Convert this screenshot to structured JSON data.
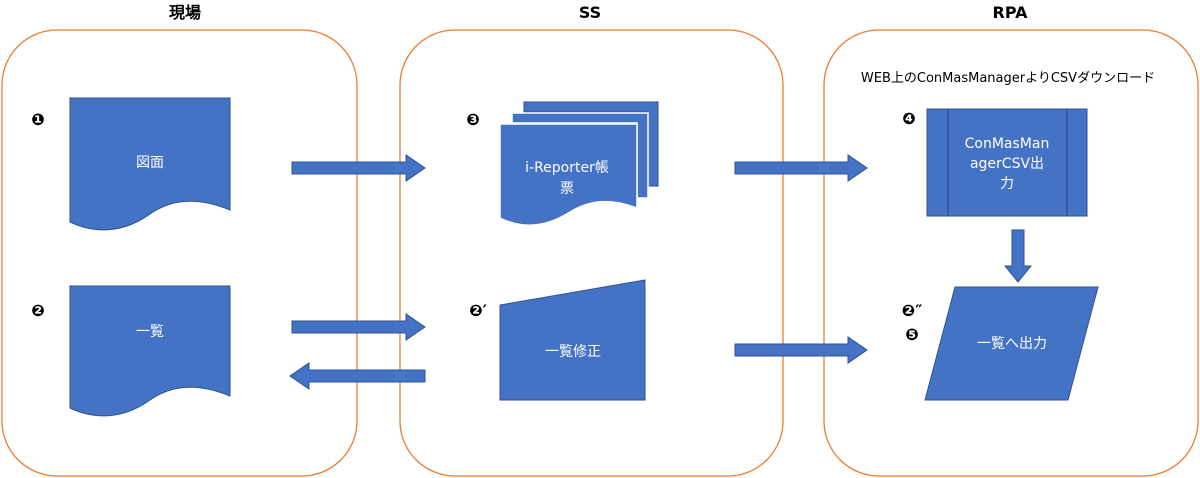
{
  "colors": {
    "lane_border": "#ED7D31",
    "shape_fill": "#4472C4",
    "shape_stroke": "#2F528F",
    "text_on_shape": "#FFFFFF"
  },
  "lanes": {
    "genba": {
      "title": "現場"
    },
    "ss": {
      "title": "SS"
    },
    "rpa": {
      "title": "RPA",
      "note": "WEB上のConMasManagerよりCSVダウンロード"
    }
  },
  "steps": {
    "s1": "❶",
    "s2": "❷",
    "s2p": "❷′",
    "s2pp": "❷″",
    "s3": "❸",
    "s4": "❹",
    "s5": "❺"
  },
  "shapes": {
    "zumen": "図面",
    "ichiran": "一覧",
    "ireporter_line1": "i-Reporter帳",
    "ireporter_line2": "票",
    "ichiran_shusei": "一覧修正",
    "conmas_line1": "ConMasMan",
    "conmas_line2": "agerCSV出",
    "conmas_line3": "力",
    "ichiran_output": "一覧へ出力"
  }
}
